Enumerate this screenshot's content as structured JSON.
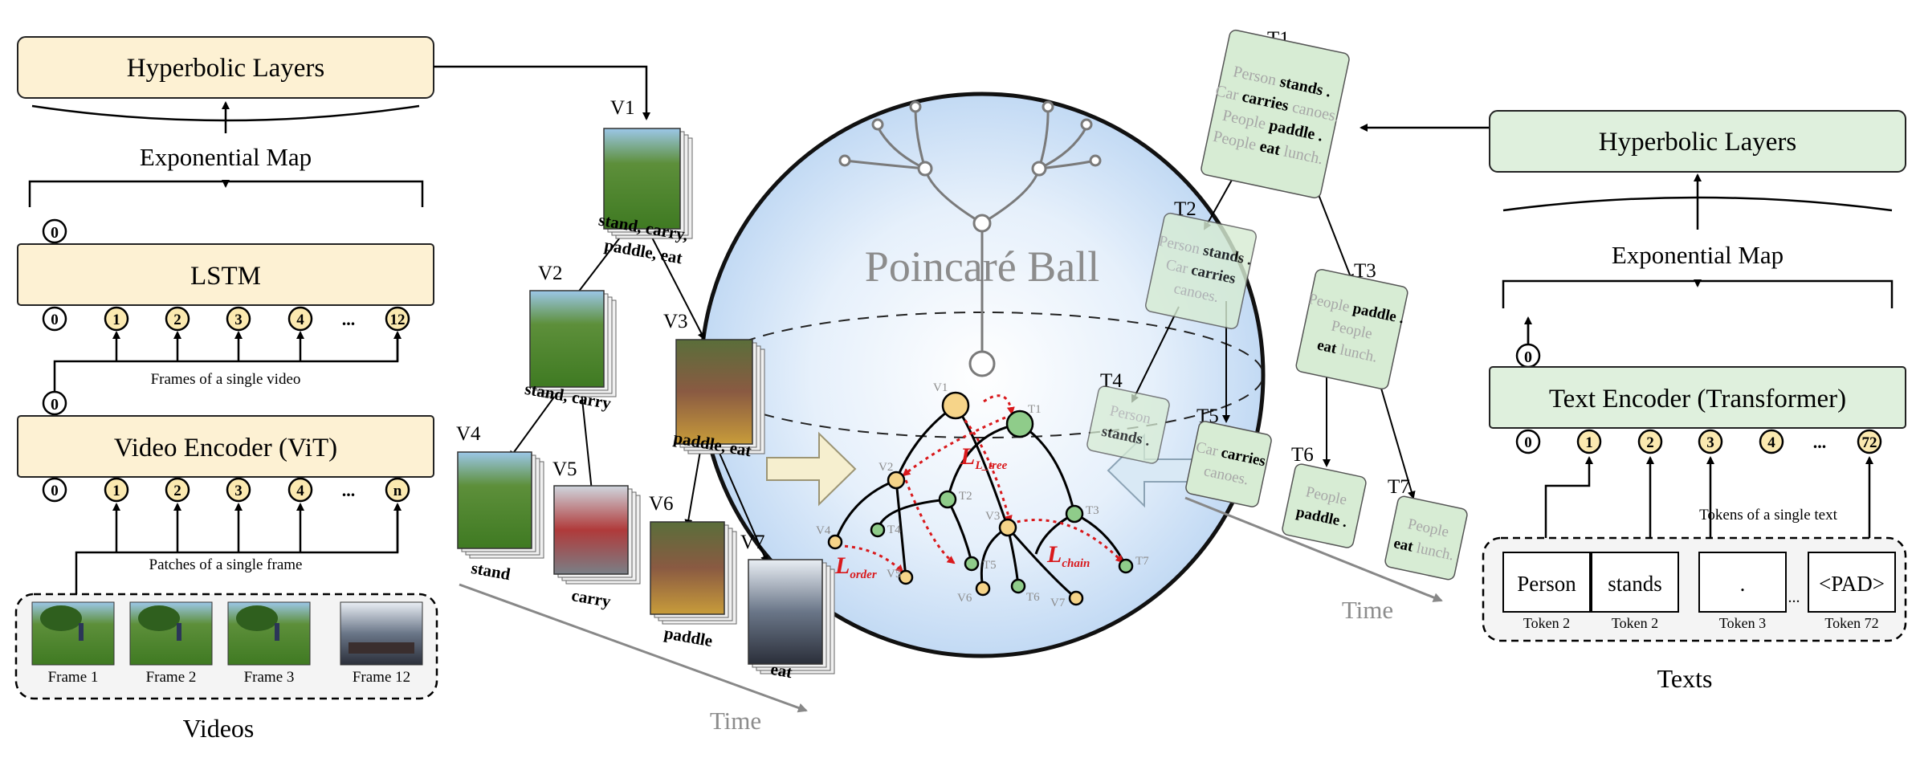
{
  "left": {
    "hyperbolic_layers": "Hyperbolic Layers",
    "exponential_map": "Exponential Map",
    "lstm": "LSTM",
    "lstm_inputs": [
      "0",
      "1",
      "2",
      "3",
      "4",
      "...",
      "12"
    ],
    "lstm_input_caption": "Frames of a single video",
    "encoder": "Video Encoder (ViT)",
    "encoder_inputs": [
      "0",
      "1",
      "2",
      "3",
      "4",
      "...",
      "n"
    ],
    "encoder_input_caption": "Patches of a single frame",
    "cls_token": "0",
    "frames": [
      "Frame 1",
      "Frame 2",
      "Frame 3",
      "Frame 12"
    ],
    "group_label": "Videos"
  },
  "video_tree": {
    "nodes": [
      {
        "id": "V1",
        "caption": "stand, carry, paddle, eat"
      },
      {
        "id": "V2",
        "caption": "stand, carry"
      },
      {
        "id": "V3",
        "caption": "paddle, eat"
      },
      {
        "id": "V4",
        "caption": "stand"
      },
      {
        "id": "V5",
        "caption": "carry"
      },
      {
        "id": "V6",
        "caption": "paddle"
      },
      {
        "id": "V7",
        "caption": "eat"
      }
    ],
    "time_label": "Time"
  },
  "poincare": {
    "title": "Poincaré Ball",
    "losses": [
      "L_tree",
      "L_order",
      "L_chain"
    ],
    "nodes": [
      "V1",
      "T1",
      "V2",
      "T2",
      "V3",
      "T3",
      "V4",
      "T4",
      "V5",
      "T5",
      "V6",
      "T6",
      "V7",
      "T7"
    ]
  },
  "text_tree": {
    "nodes": [
      {
        "id": "T1",
        "lines": [
          "Person stands .",
          "Car carries canoes.",
          "People paddle .",
          "People eat lunch."
        ]
      },
      {
        "id": "T2",
        "lines": [
          "Person stands .",
          "Car carries",
          "canoes."
        ]
      },
      {
        "id": "T3",
        "lines": [
          "People paddle .",
          "People",
          "eat lunch."
        ]
      },
      {
        "id": "T4",
        "lines": [
          "Person",
          "stands ."
        ]
      },
      {
        "id": "T5",
        "lines": [
          "Car carries",
          "canoes."
        ]
      },
      {
        "id": "T6",
        "lines": [
          "People",
          "paddle ."
        ]
      },
      {
        "id": "T7",
        "lines": [
          "People",
          "eat lunch."
        ]
      }
    ],
    "time_label": "Time"
  },
  "right": {
    "hyperbolic_layers": "Hyperbolic Layers",
    "exponential_map": "Exponential Map",
    "cls_token": "0",
    "encoder": "Text Encoder (Transformer)",
    "encoder_inputs": [
      "0",
      "1",
      "2",
      "3",
      "4",
      "...",
      "72"
    ],
    "input_caption": "Tokens of a single text",
    "tokens": [
      {
        "word": "Person",
        "label": "Token 2"
      },
      {
        "word": "stands",
        "label": "Token 2"
      },
      {
        "word": ".",
        "label": "Token 3"
      },
      {
        "word": "...",
        "label": ""
      },
      {
        "word": "<PAD>",
        "label": "Token 72"
      }
    ],
    "group_label": "Texts"
  },
  "colors": {
    "video_box": "#fdf1d3",
    "text_box": "#dff0dd",
    "text_node_box": "#d7ecd4",
    "ball": "#c4dbf5",
    "loss_red": "#d9191c",
    "gray_text": "#8c8c8c"
  }
}
